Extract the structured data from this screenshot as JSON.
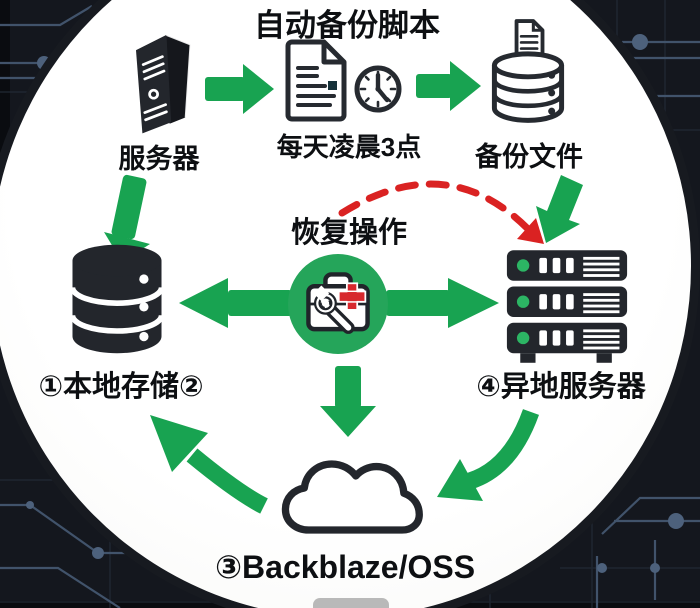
{
  "diagram": {
    "title": "自动备份脚本",
    "nodes": {
      "server": {
        "label": "服务器",
        "icon": "server-tower-icon"
      },
      "backup_script": {
        "label": "每天凌晨3点",
        "icon": "document-and-clock-icon"
      },
      "backup_files": {
        "label": "备份文件",
        "icon": "database-with-document-icon"
      },
      "restore": {
        "label": "恢复操作",
        "icon": "toolbox-first-aid-icon"
      },
      "local_storage": {
        "label": "①本地存储②",
        "icon": "database-stack-icon"
      },
      "remote_server": {
        "label": "④异地服务器",
        "icon": "server-rack-icon"
      },
      "cloud_storage": {
        "label": "③Backblaze/OSS",
        "icon": "cloud-icon"
      }
    },
    "edges": [
      {
        "from": "server",
        "to": "backup_script",
        "style": "solid-green-arrow"
      },
      {
        "from": "backup_script",
        "to": "backup_files",
        "style": "solid-green-arrow"
      },
      {
        "from": "server",
        "to": "local_storage",
        "style": "solid-green-arrow"
      },
      {
        "from": "backup_files",
        "to": "remote_server",
        "style": "solid-green-arrow"
      },
      {
        "from": "restore",
        "to": "local_storage",
        "style": "solid-green-arrow"
      },
      {
        "from": "restore",
        "to": "remote_server",
        "style": "solid-green-arrow"
      },
      {
        "from": "restore",
        "to": "cloud_storage",
        "style": "solid-green-arrow"
      },
      {
        "from": "remote_server",
        "to": "cloud_storage",
        "style": "curved-green-arrow"
      },
      {
        "from": "cloud_storage",
        "to": "local_storage",
        "style": "curved-green-arrow"
      },
      {
        "from": "restore",
        "to": "remote_server",
        "style": "dashed-red-arc"
      }
    ],
    "colors": {
      "arrow_green": "#18a351",
      "alert_red": "#da2222",
      "icon_dark": "#23262c",
      "status_led_green": "#2cb564",
      "cross_red": "#d7282d",
      "background": "#14171e",
      "canvas": "#ffffff"
    }
  }
}
